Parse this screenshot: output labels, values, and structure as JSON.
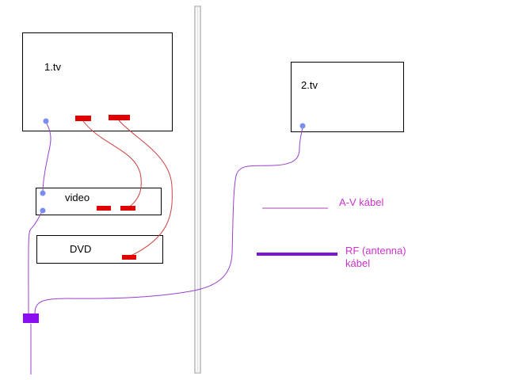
{
  "devices": {
    "tv1": {
      "label": "1.tv"
    },
    "tv2": {
      "label": "2.tv"
    },
    "video": {
      "label": "video"
    },
    "dvd": {
      "label": "DVD"
    }
  },
  "legend": {
    "av": {
      "label": "A-V kábel",
      "color": "#b040b0"
    },
    "rf": {
      "label_line1": "RF (antenna)",
      "label_line2": "kábel",
      "color": "#7a14d6"
    }
  },
  "colors": {
    "box_border": "#000000",
    "wall": "#c8c8c8",
    "connector_red": "#e00000",
    "connector_blue": "#7b8cf0",
    "av_cable": "#d04040",
    "rf_cable": "#9b40d0",
    "splitter": "#8a0ef0",
    "legend_text": "#cc33cc"
  }
}
